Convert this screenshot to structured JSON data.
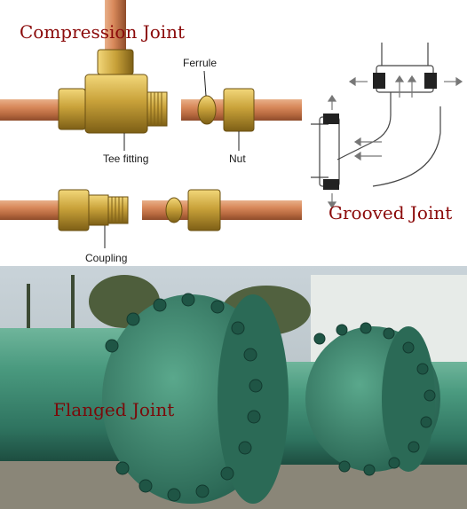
{
  "compression": {
    "title": "Compression Joint",
    "labels": {
      "ferrule": "Ferrule",
      "tee_fitting": "Tee fitting",
      "nut": "Nut",
      "coupling": "Coupling"
    }
  },
  "grooved": {
    "title": "Grooved Joint"
  },
  "flanged": {
    "title": "Flanged Joint"
  },
  "colors": {
    "title_red": "#8b0a0a",
    "copper": "#c87a4e",
    "brass": "#c9a23a",
    "pipe_green": "#3e8c73"
  }
}
